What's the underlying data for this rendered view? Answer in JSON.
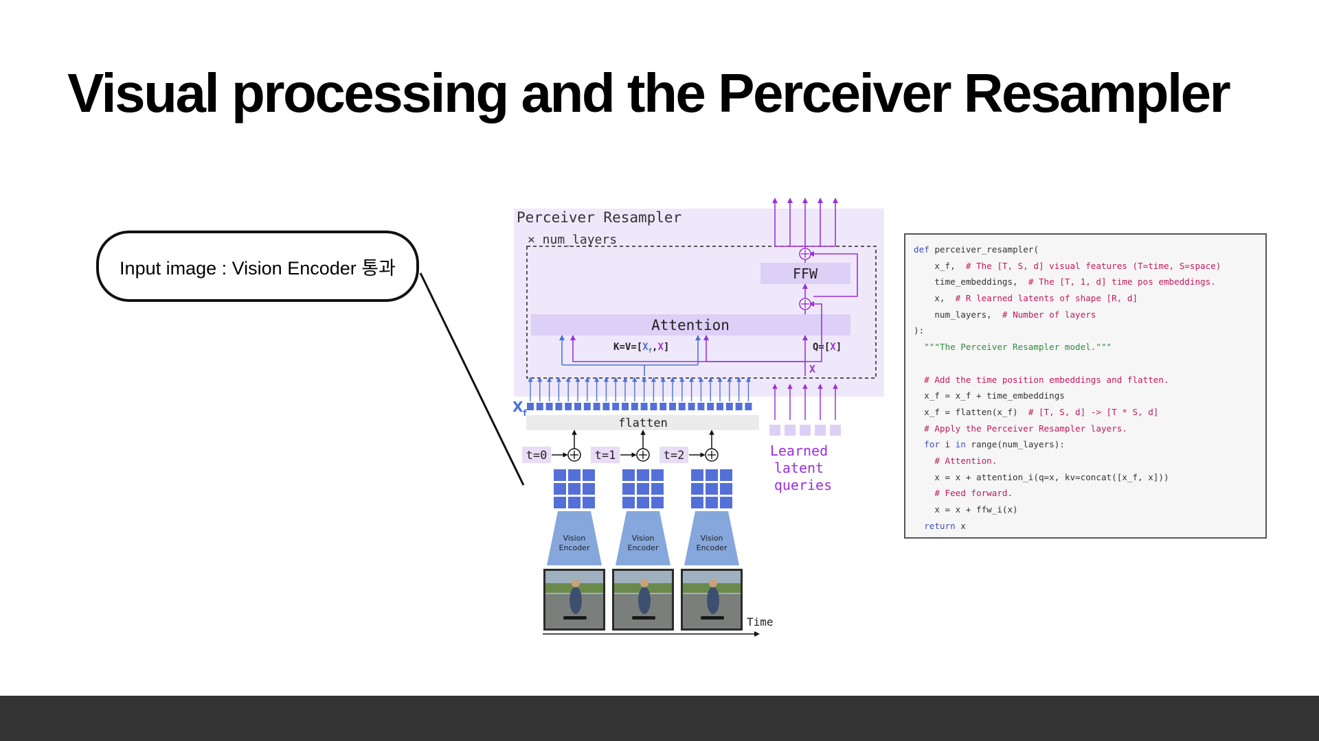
{
  "slide": {
    "title": "Visual processing and the Perceiver Resampler",
    "callout": "Input image : Vision Encoder 통과"
  },
  "diagram": {
    "resampler_title": "Perceiver Resampler",
    "repeat_label": "× num_layers",
    "ffw_label": "FFW",
    "attention_label": "Attention",
    "kv_label": {
      "prefix": "K=V=[",
      "xf": "X",
      "f_sub": "f",
      "comma": ",",
      "x": "X",
      "suffix": "]"
    },
    "q_label": {
      "prefix": "Q=[",
      "x": "X",
      "suffix": "]"
    },
    "x_label": "X",
    "xf_label": "X",
    "xf_sub": "f",
    "flatten_label": "flatten",
    "time_labels": [
      "t=0",
      "t=1",
      "t=2"
    ],
    "vision_encoder_label": [
      "Vision",
      "Encoder"
    ],
    "learned_latent_queries": [
      "Learned",
      "latent",
      "queries"
    ],
    "time_axis_label": "Time",
    "colors": {
      "purple": "#9b30d9",
      "blue": "#4a72d6",
      "block_blue": "#5470d8",
      "light_purple_bg": "#efe8fb",
      "encoder_blue": "#86a7dc"
    }
  },
  "code": {
    "lines": [
      [
        {
          "t": "kw",
          "v": "def"
        },
        {
          "t": "tx",
          "v": " perceiver_resampler("
        }
      ],
      [
        {
          "t": "tx",
          "v": "    x_f,  "
        },
        {
          "t": "cm",
          "v": "# The [T, S, d] visual features (T=time, S=space)"
        }
      ],
      [
        {
          "t": "tx",
          "v": "    time_embeddings,  "
        },
        {
          "t": "cm",
          "v": "# The [T, 1, d] time pos embeddings."
        }
      ],
      [
        {
          "t": "tx",
          "v": "    x,  "
        },
        {
          "t": "cm",
          "v": "# R learned latents of shape [R, d]"
        }
      ],
      [
        {
          "t": "tx",
          "v": "    num_layers,  "
        },
        {
          "t": "cm",
          "v": "# Number of layers"
        }
      ],
      [
        {
          "t": "tx",
          "v": "):"
        }
      ],
      [
        {
          "t": "st",
          "v": "  \"\"\"The Perceiver Resampler model.\"\"\""
        }
      ],
      [
        {
          "t": "tx",
          "v": ""
        }
      ],
      [
        {
          "t": "cm",
          "v": "  # Add the time position embeddings and flatten."
        }
      ],
      [
        {
          "t": "tx",
          "v": "  x_f = x_f + time_embeddings"
        }
      ],
      [
        {
          "t": "tx",
          "v": "  x_f = flatten(x_f)  "
        },
        {
          "t": "cm",
          "v": "# [T, S, d] -> [T * S, d]"
        }
      ],
      [
        {
          "t": "cm",
          "v": "  # Apply the Perceiver Resampler layers."
        }
      ],
      [
        {
          "t": "kw",
          "v": "  for"
        },
        {
          "t": "tx",
          "v": " i "
        },
        {
          "t": "kw",
          "v": "in"
        },
        {
          "t": "tx",
          "v": " range(num_layers):"
        }
      ],
      [
        {
          "t": "cm",
          "v": "    # Attention."
        }
      ],
      [
        {
          "t": "tx",
          "v": "    x = x + attention_i(q=x, kv=concat([x_f, x]))"
        }
      ],
      [
        {
          "t": "cm",
          "v": "    # Feed forward."
        }
      ],
      [
        {
          "t": "tx",
          "v": "    x = x + ffw_i(x)"
        }
      ],
      [
        {
          "t": "kw",
          "v": "  return"
        },
        {
          "t": "tx",
          "v": " x"
        }
      ]
    ]
  }
}
